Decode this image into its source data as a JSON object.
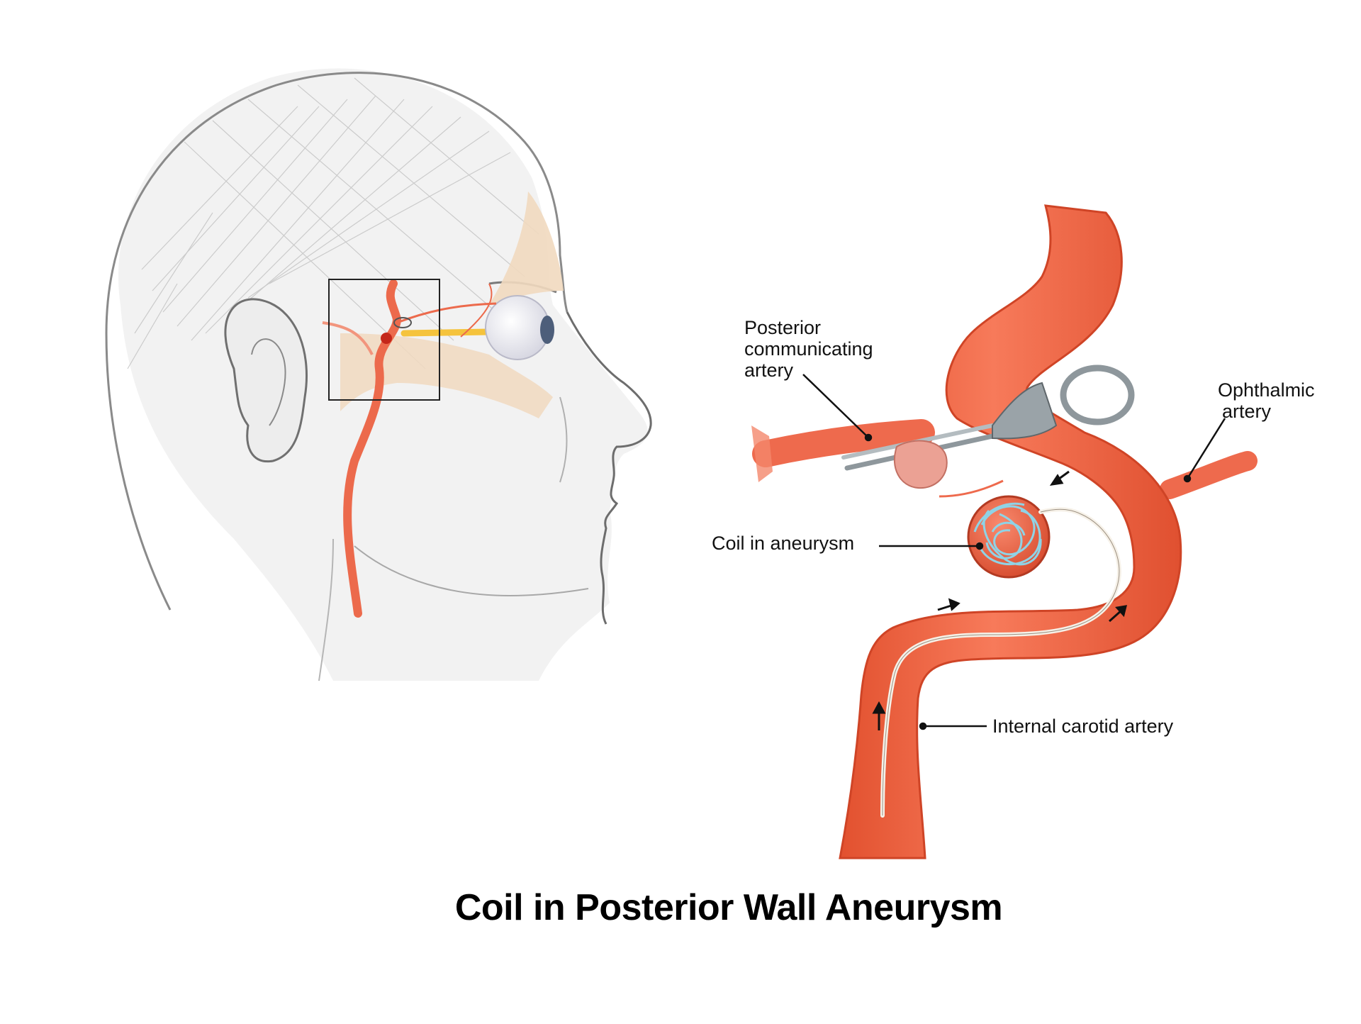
{
  "title": "Coil in Posterior Wall Aneurysm",
  "labels": {
    "pcomm": [
      "Posterior",
      "communicating",
      "artery"
    ],
    "ophthalmic": [
      "Ophthalmic",
      "artery"
    ],
    "coil": "Coil in aneurysm",
    "ica": "Internal carotid artery"
  },
  "colors": {
    "artery": "#f0674a",
    "artery_dark": "#d9472c",
    "artery_light": "#f9a48c",
    "bone": "#f1d9bf",
    "coil": "#8fd3e6",
    "clip": "#8e979c",
    "sketch": "#9a9a9a",
    "eye": "#e3e3ec",
    "optic_nerve": "#f5c33c",
    "text": "#111111"
  }
}
